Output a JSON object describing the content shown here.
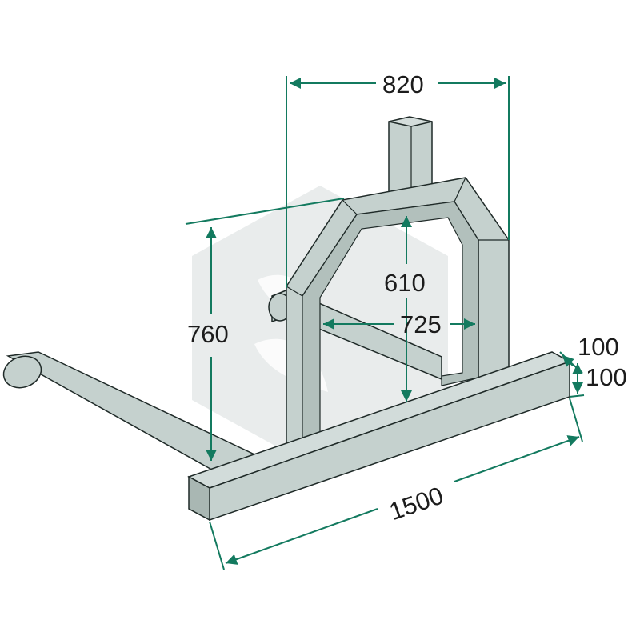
{
  "colors": {
    "steel_fill": "#c5d1ce",
    "steel_side": "#adbab6",
    "steel_dark": "#97a6a2",
    "outline": "#1f2a28",
    "dimension": "#137a5f",
    "watermark": "#e9ecec"
  },
  "dimensions": {
    "width_top": "820",
    "frame_height": "610",
    "total_height": "760",
    "inner_width": "725",
    "profile_width": "100",
    "profile_height": "100",
    "beam_length": "1500"
  },
  "icons": {
    "watermark": "leaf-logo-watermark"
  }
}
